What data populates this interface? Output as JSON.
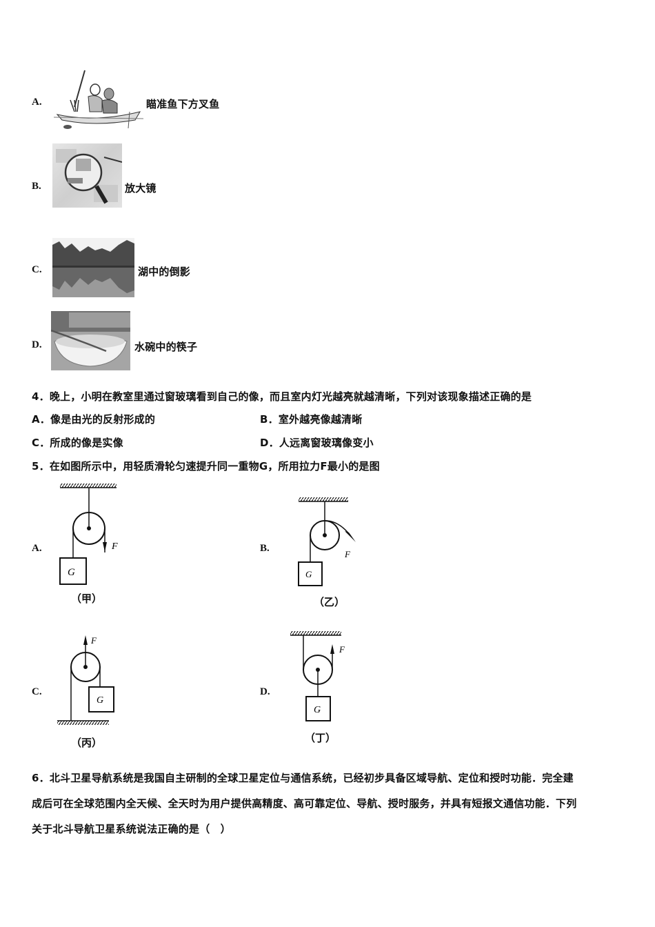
{
  "q3_options": [
    {
      "label": "A.",
      "text": "瞄准鱼下方叉鱼",
      "image": "fisherman-spearing-fish-illustration"
    },
    {
      "label": "B.",
      "text": "放大镜",
      "image": "magnifying-glass-photo"
    },
    {
      "label": "C.",
      "text": "湖中的倒影",
      "image": "lake-reflection-photo"
    },
    {
      "label": "D.",
      "text": "水碗中的筷子",
      "image": "chopstick-in-water-bowl-photo"
    }
  ],
  "q4": {
    "stem": "4．晚上，小明在教室里通过窗玻璃看到自己的像，而且室内灯光越亮就越清晰，下列对该现象描述正确的是",
    "options": [
      {
        "label": "A．",
        "text": "像是由光的反射形成的"
      },
      {
        "label": "B．",
        "text": "室外越亮像越清晰"
      },
      {
        "label": "C．",
        "text": "所成的像是实像"
      },
      {
        "label": "D．",
        "text": "人远离窗玻璃像变小"
      }
    ]
  },
  "q5": {
    "stem": "5．在如图所示中，用轻质滑轮匀速提升同一重物G，所用拉力F最小的是图",
    "options": [
      {
        "label": "A.",
        "caption": "（甲）",
        "weight": "G",
        "force": "F"
      },
      {
        "label": "B.",
        "caption": "（乙）",
        "weight": "G",
        "force": "F"
      },
      {
        "label": "C.",
        "caption": "（丙）",
        "weight": "G",
        "force": "F"
      },
      {
        "label": "D.",
        "caption": "（丁）",
        "weight": "G",
        "force": "F"
      }
    ]
  },
  "q6": {
    "lines": [
      "6．北斗卫星导航系统是我国自主研制的全球卫星定位与通信系统，已经初步具备区域导航、定位和授时功能．完全建",
      "成后可在全球范围内全天候、全天时为用户提供高精度、高可靠定位、导航、授时服务，并具有短报文通信功能．下列",
      "关于北斗导航卫星系统说法正确的是（　）"
    ]
  }
}
